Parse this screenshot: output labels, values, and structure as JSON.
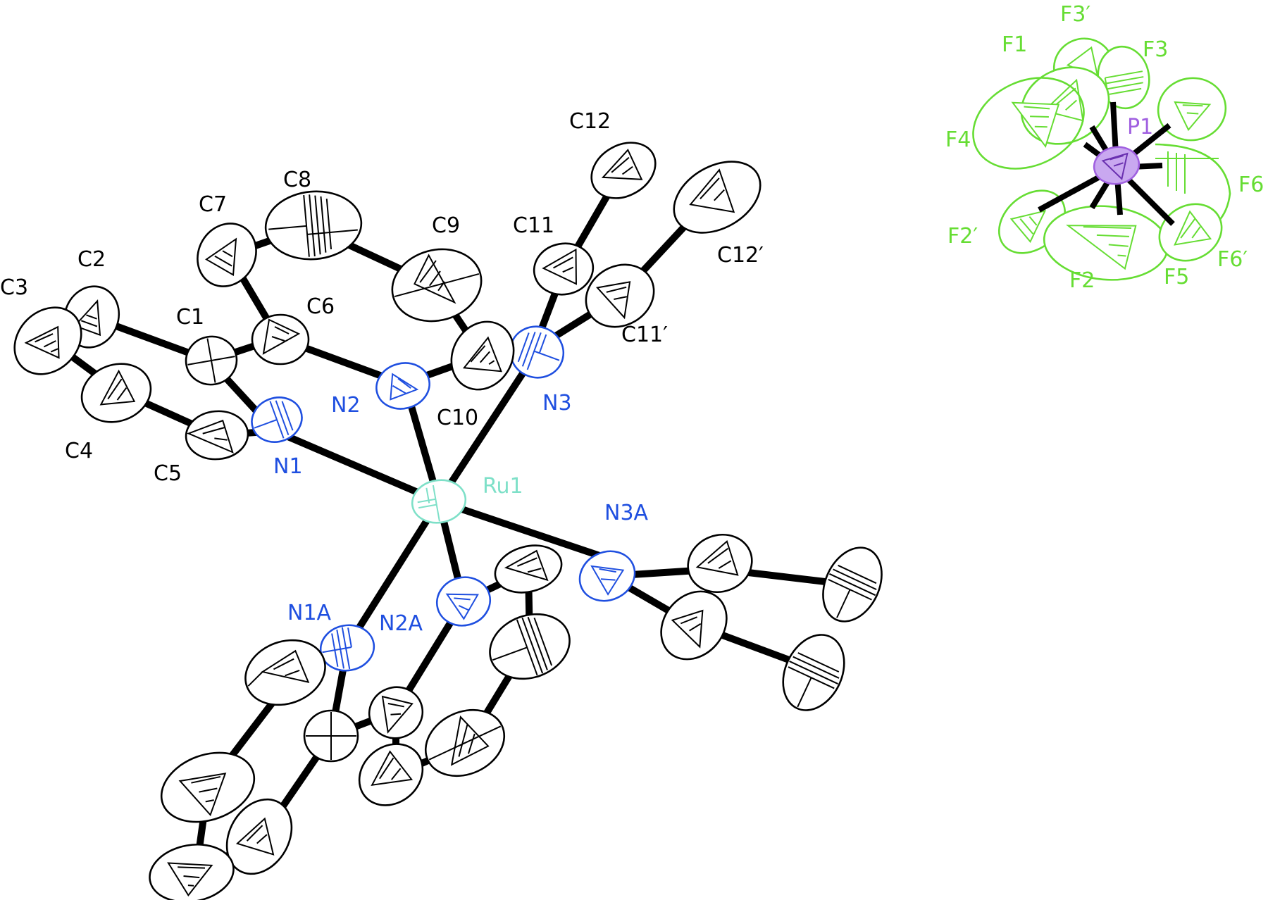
{
  "colors": {
    "carbon": "#000000",
    "nitrogen": "#1f4fe0",
    "ruthenium": "#7ee0c8",
    "phosphorus": "#a060e0",
    "fluorine": "#66dd33"
  },
  "labels": {
    "Ru1": "Ru1",
    "N1": "N1",
    "N2": "N2",
    "N3": "N3",
    "N1A": "N1A",
    "N2A": "N2A",
    "N3A": "N3A",
    "C1": "C1",
    "C2": "C2",
    "C3": "C3",
    "C4": "C4",
    "C5": "C5",
    "C6": "C6",
    "C7": "C7",
    "C8": "C8",
    "C9": "C9",
    "C10": "C10",
    "C11": "C11",
    "C12": "C12",
    "C11p": "C11′",
    "C12p": "C12′",
    "P1": "P1",
    "F1": "F1",
    "F2": "F2",
    "F3": "F3",
    "F4": "F4",
    "F5": "F5",
    "F6": "F6",
    "F2p": "F2′",
    "F3p": "F3′",
    "F6p": "F6′"
  }
}
